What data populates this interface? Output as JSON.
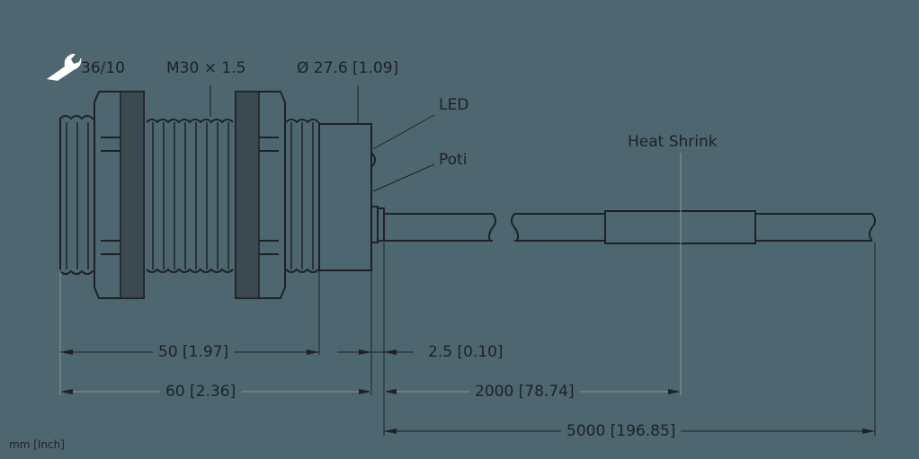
{
  "drawing": {
    "subject": "Cylindrical threaded sensor with cable",
    "background_color": "#4d6670",
    "line_color": "#1e2224",
    "units_note": "mm [Inch]"
  },
  "callouts": {
    "wrench_size": "36/10",
    "thread": "M30 × 1.5",
    "diameter": "Ø 27.6 [1.09]",
    "led": "LED",
    "poti": "Poti",
    "heat_shrink": "Heat Shrink"
  },
  "dimensions": {
    "thread_length": "50 [1.97]",
    "housing_length": "60 [2.36]",
    "cable_gland": "2.5 [0.10]",
    "heat_shrink_position": "2000 [78.74]",
    "cable_length": "5000 [196.85]"
  },
  "icons": {
    "wrench": "wrench-icon"
  }
}
